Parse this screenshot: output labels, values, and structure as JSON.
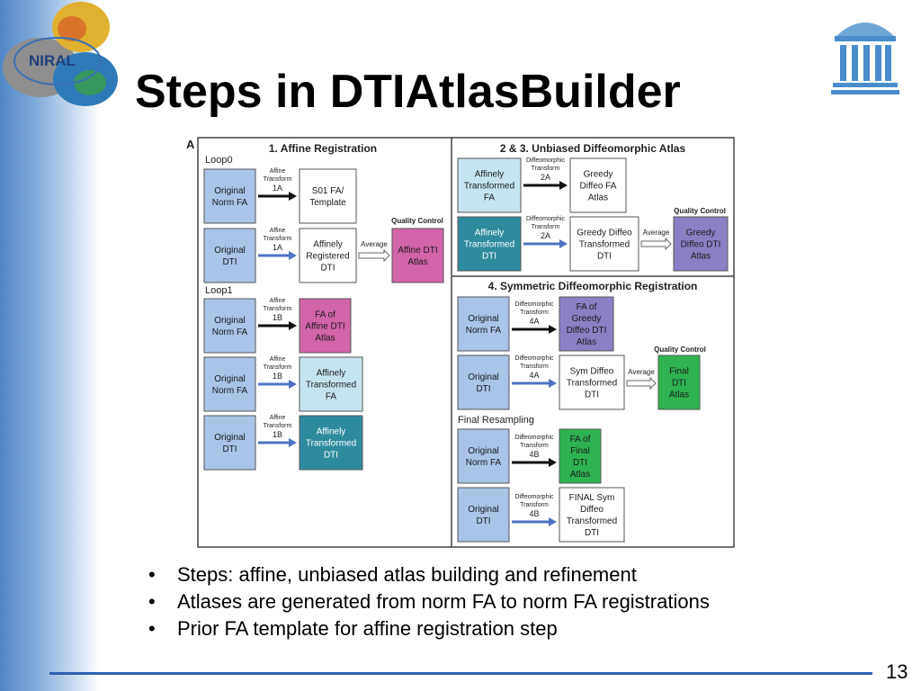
{
  "slide": {
    "title": "Steps in DTIAtlasBuilder",
    "page_number": "13",
    "logo_text": "NIRAL"
  },
  "bullets": [
    "Steps: affine, unbiased atlas building and refinement",
    "Atlases are generated from norm FA to norm FA registrations",
    "Prior FA template for affine registration step"
  ],
  "diagram": {
    "panel_letter": "A",
    "sections": {
      "affine": "1.  Affine Registration",
      "unbiased": "2 & 3.  Unbiased Diffeomorphic Atlas",
      "symmetric": "4.  Symmetric Diffeomorphic Registration"
    },
    "sublabels": {
      "loop0": "Loop0",
      "loop1": "Loop1",
      "final_resampling": "Final Resampling"
    },
    "quality_control": "Quality Control",
    "average": "Average",
    "boxes": {
      "orig_norm_fa": [
        "Original",
        "Norm FA"
      ],
      "orig_dti": [
        "Original",
        "DTI"
      ],
      "s01_template": [
        "S01 FA/",
        "Template"
      ],
      "affinely_registered_dti": [
        "Affinely",
        "Registered",
        "DTI"
      ],
      "affine_dti_atlas": [
        "Affine DTI",
        "Atlas"
      ],
      "fa_affine_dti_atlas": [
        "FA of",
        "Affine DTI",
        "Atlas"
      ],
      "affinely_transformed_fa": [
        "Affinely",
        "Transformed",
        "FA"
      ],
      "affinely_transformed_dti": [
        "Affinely",
        "Transformed",
        "DTI"
      ],
      "greedy_diffeo_fa_atlas": [
        "Greedy",
        "Diffeo FA",
        "Atlas"
      ],
      "greedy_diffeo_transformed_dti": [
        "Greedy Diffeo",
        "Transformed",
        "DTI"
      ],
      "greedy_diffeo_dti_atlas": [
        "Greedy",
        "Diffeo DTI",
        "Atlas"
      ],
      "fa_greedy_diffeo_dti_atlas": [
        "FA of",
        "Greedy",
        "Diffeo DTI",
        "Atlas"
      ],
      "sym_diffeo_transformed_dti": [
        "Sym  Diffeo",
        "Transformed",
        "DTI"
      ],
      "final_dti_atlas": [
        "Final",
        "DTI",
        "Atlas"
      ],
      "fa_final_dti_atlas": [
        "FA of",
        "Final",
        "DTI",
        "Atlas"
      ],
      "final_sym_diffeo_transformed_dti": [
        "FINAL Sym",
        "Diffeo",
        "Transformed",
        "DTI"
      ]
    },
    "arrows": {
      "1A": [
        "Affine",
        "Transform",
        "1A"
      ],
      "1B": [
        "Affine",
        "Transform",
        "1B"
      ],
      "2A": [
        "Diffeomorphic",
        "Transform",
        "2A"
      ],
      "4A": [
        "Diffeomorphic",
        "Transform",
        "4A"
      ],
      "4B": [
        "Diffeomorphic",
        "Transform",
        "4B"
      ]
    },
    "colors": {
      "light_blue": "#a9c4e6",
      "light_cyan": "#c6e4ef",
      "teal": "#2e8b9e",
      "magenta": "#d264a8",
      "purple": "#8b7fc6",
      "green": "#2fb350",
      "arrow_blue": "#4f72c2",
      "footer_line": "#2f5fb0"
    }
  }
}
